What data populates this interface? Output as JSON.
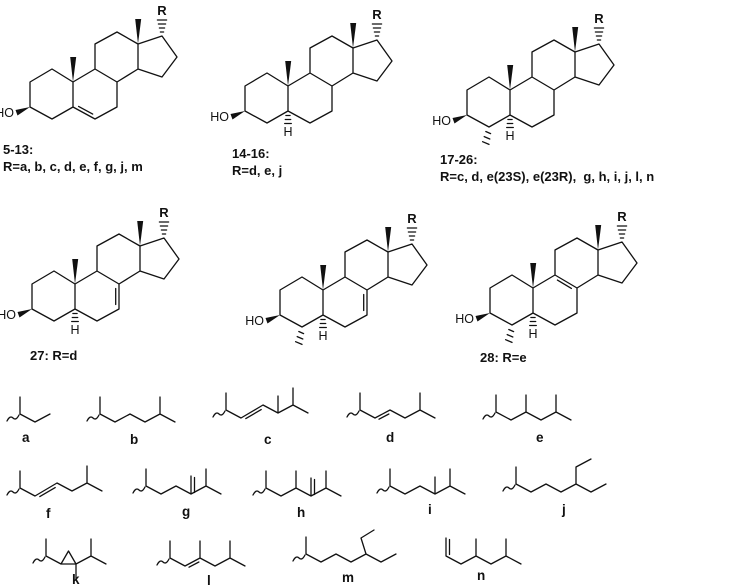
{
  "atoms": {
    "ho": "HO",
    "r": "R",
    "h": "H"
  },
  "compounds": [
    {
      "title": "5-13:",
      "r_line": "R=a, b, c, d, e, f, g, j, m"
    },
    {
      "title": "14-16:",
      "r_line": "R=d, e, j"
    },
    {
      "title": "17-26:",
      "r_line": "R=c, d, e(23S), e(23R),  g, h, i, j, l, n"
    },
    {
      "label": "27: R=d"
    },
    {
      "label": "28: R=e"
    }
  ],
  "sidechains": [
    {
      "letter": "a"
    },
    {
      "letter": "b"
    },
    {
      "letter": "c"
    },
    {
      "letter": "d"
    },
    {
      "letter": "e"
    },
    {
      "letter": "f"
    },
    {
      "letter": "g"
    },
    {
      "letter": "h"
    },
    {
      "letter": "i"
    },
    {
      "letter": "j"
    },
    {
      "letter": "k"
    },
    {
      "letter": "l"
    },
    {
      "letter": "m"
    },
    {
      "letter": "n"
    }
  ]
}
